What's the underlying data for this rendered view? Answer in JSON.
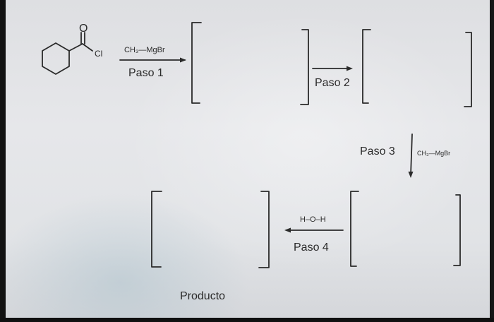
{
  "reactant": {
    "carbonyl_oxygen": "O",
    "chlorine": "Cl"
  },
  "steps": {
    "step1": {
      "reagent": "CH₃—MgBr",
      "label": "Paso 1"
    },
    "step2": {
      "label": "Paso 2"
    },
    "step3": {
      "label": "Paso 3",
      "reagent": "CH₃—MgBr"
    },
    "step4": {
      "reagent": "H–O–H",
      "label": "Paso 4"
    }
  },
  "product_label": "Producto"
}
